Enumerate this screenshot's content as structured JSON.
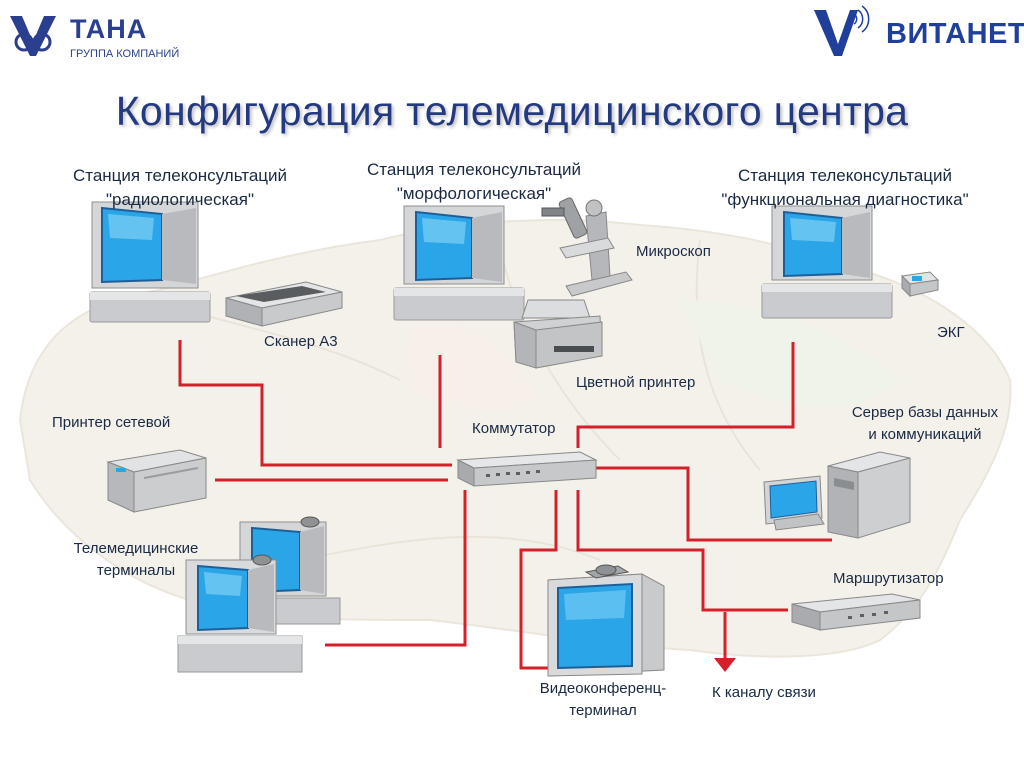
{
  "header": {
    "left_logo": {
      "name": "ТАНА",
      "subtitle": "ГРУППА КОМПАНИЙ"
    },
    "right_logo": {
      "name": "ВИТАНЕТ"
    }
  },
  "title": "Конфигурация телемедицинского центра",
  "labels": {
    "station_radio": [
      "Станция телеконсультаций",
      "\"радиологическая\""
    ],
    "station_morph": [
      "Станция телеконсультаций",
      "\"морфологическая\""
    ],
    "station_func": [
      "Станция телеконсультаций",
      "\"функциональная диагностика\""
    ],
    "microscope": "Микроскоп",
    "scanner": "Сканер А3",
    "ecg": "ЭКГ",
    "color_printer": "Цветной принтер",
    "network_printer": "Принтер сетевой",
    "switch": "Коммутатор",
    "db_server": [
      "Сервер базы данных",
      "и коммуникаций"
    ],
    "terminals": [
      "Телемедицинские",
      "терминалы"
    ],
    "router": "Маршрутизатор",
    "video_terminal": [
      "Видеоконференц-",
      "терминал"
    ],
    "channel": "К каналу связи"
  },
  "colors": {
    "title": "#243a80",
    "line": "#d4202a",
    "logo": "#2a3f8f",
    "screen": "#2aa5e8",
    "device": "#d5d7d9"
  }
}
